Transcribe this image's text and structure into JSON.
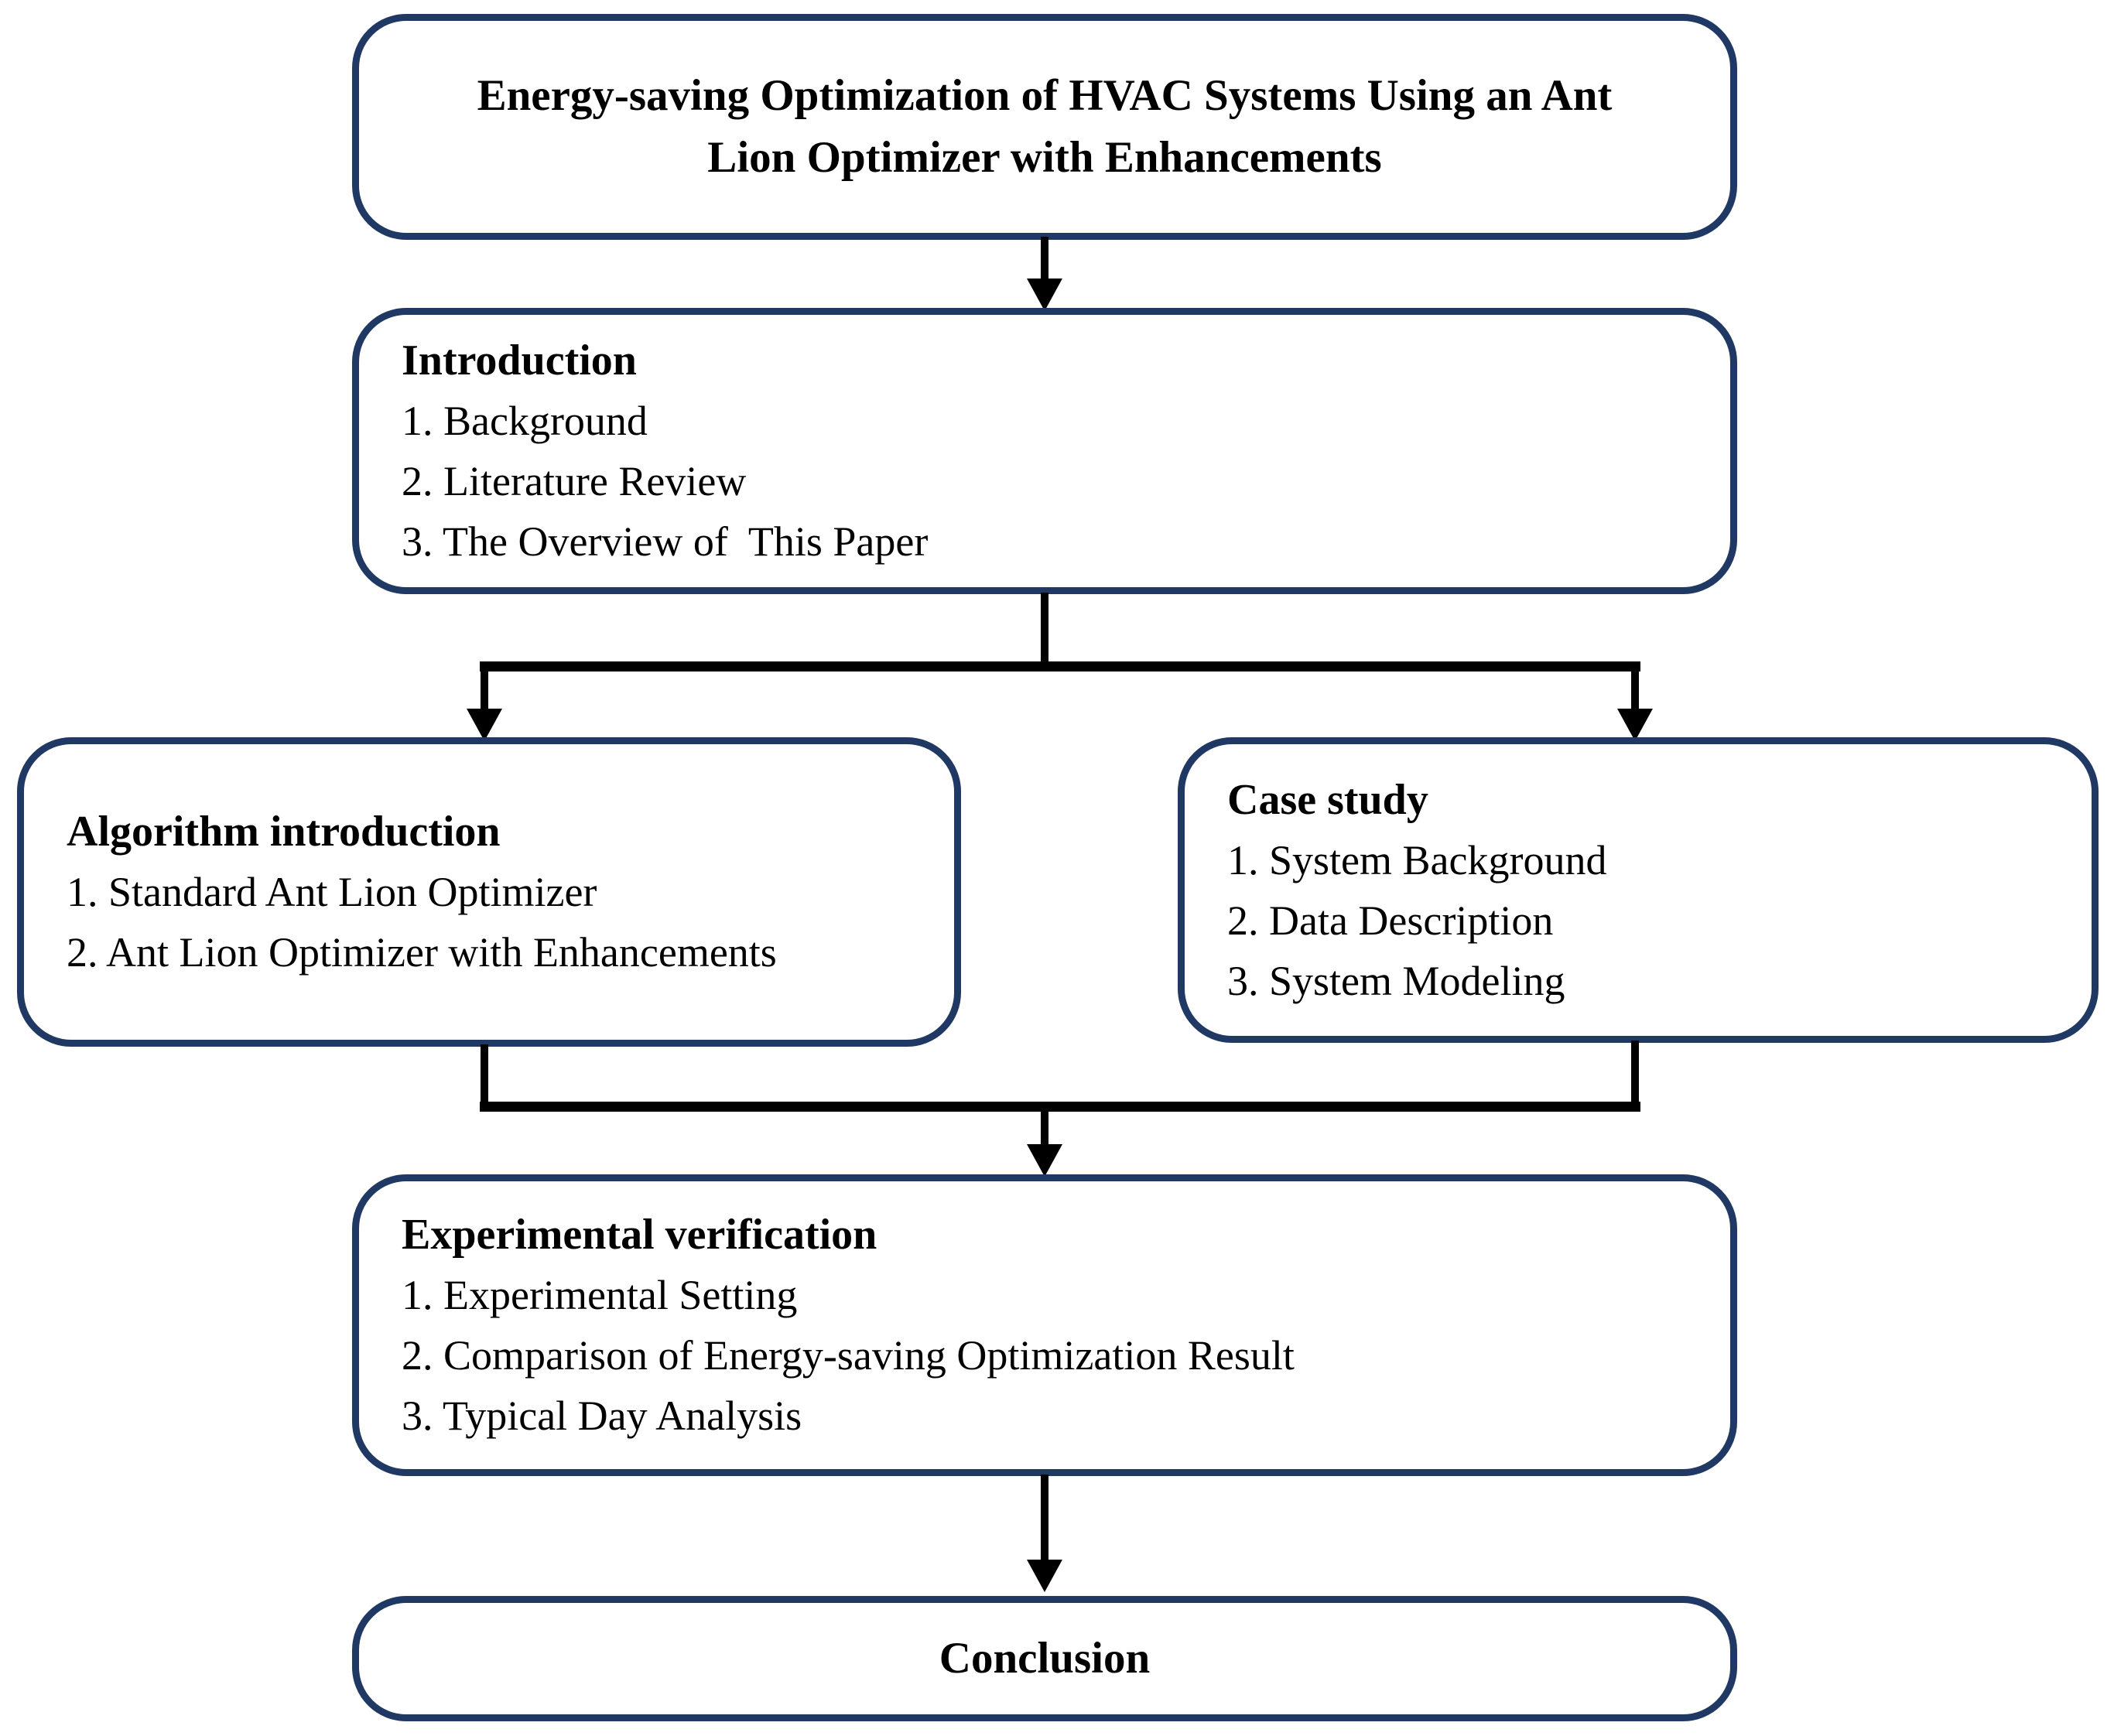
{
  "diagram": {
    "title_box": {
      "line1": "Energy-saving Optimization of HVAC Systems Using an Ant",
      "line2": "Lion Optimizer with Enhancements"
    },
    "introduction_box": {
      "heading": "Introduction",
      "items": [
        "1. Background",
        "2. Literature Review",
        "3. The Overview of  This Paper"
      ]
    },
    "algorithm_box": {
      "heading": "Algorithm introduction",
      "items": [
        "1. Standard Ant Lion Optimizer",
        "2. Ant Lion Optimizer with Enhancements"
      ]
    },
    "case_study_box": {
      "heading": "Case study",
      "items": [
        "1. System Background",
        "2. Data Description",
        "3. System Modeling"
      ]
    },
    "experimental_box": {
      "heading": "Experimental verification",
      "items": [
        "1. Experimental Setting",
        "2. Comparison of Energy-saving Optimization Result",
        "3. Typical Day Analysis"
      ]
    },
    "conclusion_box": {
      "heading": "Conclusion"
    }
  },
  "colors": {
    "box_border": "#1f3864",
    "connector": "#000000",
    "text": "#000000",
    "background": "#ffffff"
  }
}
